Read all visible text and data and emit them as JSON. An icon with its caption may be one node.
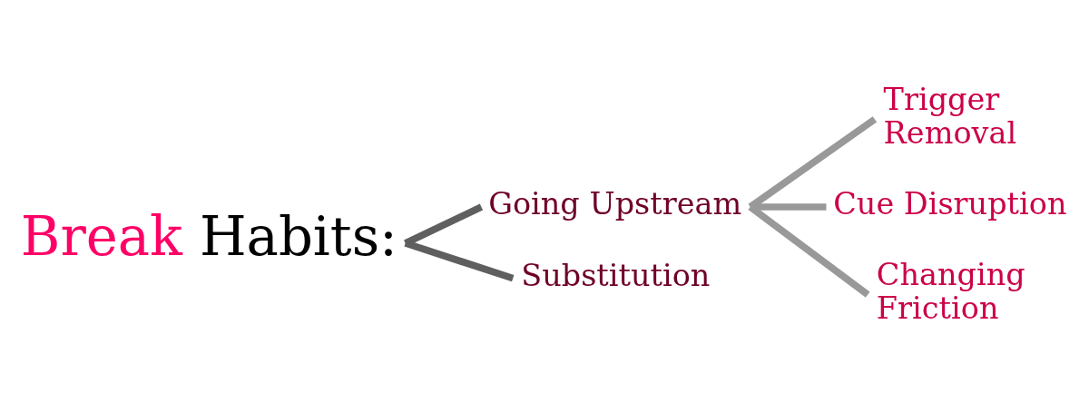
{
  "diagram": {
    "nodes": [
      {
        "text": [
          "Break Habits:"
        ]
      },
      {
        "text": [
          "Going Upstream"
        ]
      },
      {
        "text": [
          "Substitution"
        ]
      },
      {
        "text": [
          "Trigger Removal"
        ]
      },
      {
        "text": [
          "Cue Disruption"
        ]
      },
      {
        "text": [
          "Changing Friction"
        ]
      }
    ],
    "edges": [
      {
        "from": 0,
        "to": 1,
        "arrow": "none",
        "color": "#5f5f5f"
      },
      {
        "from": 0,
        "to": 2,
        "arrow": "none",
        "color": "#5f5f5f"
      },
      {
        "from": 1,
        "to": 3,
        "arrow": "none"
      },
      {
        "from": 1,
        "to": 4,
        "arrow": "none"
      },
      {
        "from": 1,
        "to": 5,
        "arrow": "none"
      }
    ]
  }
}
